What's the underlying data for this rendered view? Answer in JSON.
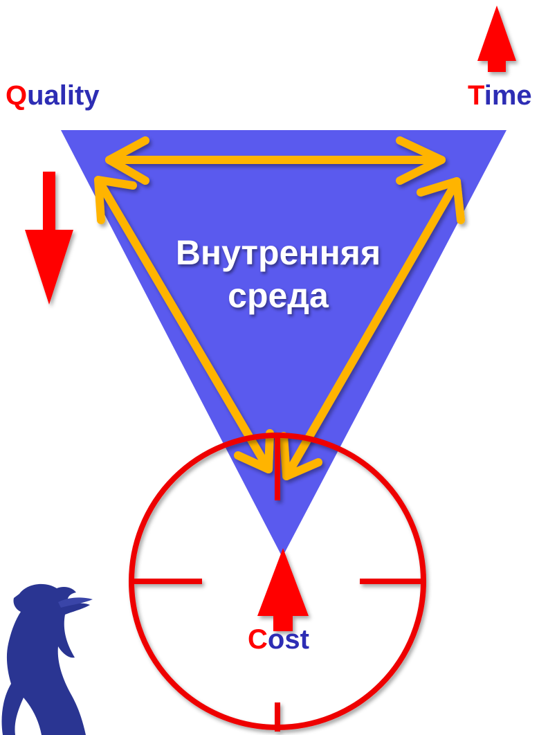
{
  "labels": {
    "quality": {
      "initial": "Q",
      "rest": "uality"
    },
    "time": {
      "initial": "T",
      "rest": "ime"
    },
    "cost": {
      "initial": "C",
      "rest": "ost"
    }
  },
  "center_title": {
    "line1": "Внутренняя",
    "line2": "среда"
  },
  "colors": {
    "triangle": "#5a5aee",
    "arrows_inner": "#ffb400",
    "arrows_outer": "#ff0000",
    "target_ring": "#ee0000",
    "label_initial": "#ff0000",
    "label_rest": "#2d2db4"
  },
  "icons": {
    "logo": "rearing-horse-logo",
    "quality_direction": "arrow-down-icon",
    "time_direction": "arrow-up-icon",
    "cost_direction": "arrow-up-icon"
  }
}
